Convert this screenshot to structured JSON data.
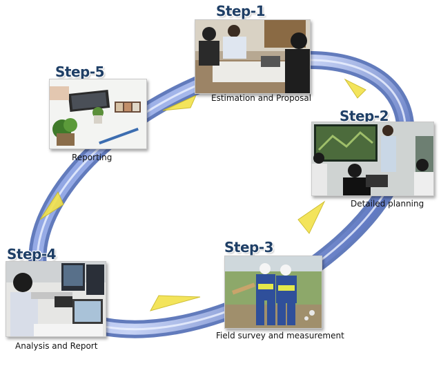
{
  "steps": [
    {
      "title": "Step-1",
      "caption": "Estimation and Proposal"
    },
    {
      "title": "Step-2",
      "caption": "Detailed planning"
    },
    {
      "title": "Step-3",
      "caption": "Field survey and measurement"
    },
    {
      "title": "Step-4",
      "caption": "Analysis and Report"
    },
    {
      "title": "Step-5",
      "caption": "Reporting"
    }
  ],
  "colors": {
    "ring_outer": "#2e4fa6",
    "ring_inner": "#b9c8f2",
    "arrow": "#f2e24a",
    "title": "#1f3f66"
  }
}
